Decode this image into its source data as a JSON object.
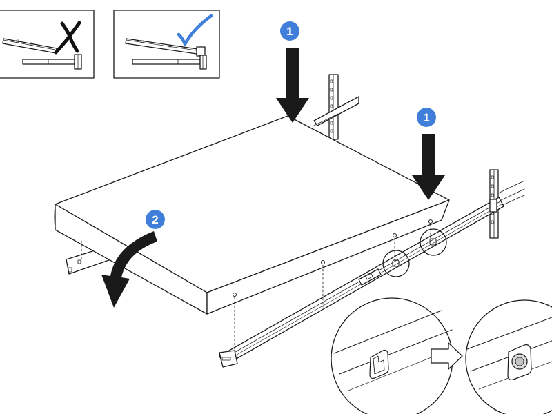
{
  "colors": {
    "line": "#1a1a1a",
    "step_badge": "#3f7fd9",
    "check_mark": "#3f7fd9",
    "plate_fill": "#ffffff",
    "background": "#ffffff"
  },
  "insets": [
    {
      "name": "incorrect-angle-inset",
      "mark": "x-mark-icon"
    },
    {
      "name": "correct-angle-inset",
      "mark": "check-mark-icon"
    }
  ],
  "steps": {
    "rear_left": "1",
    "rear_right": "1",
    "front_rotate": "2"
  },
  "icons": {
    "press_down": "down-arrow-icon",
    "rotate_down": "curved-arrow-icon",
    "transition": "right-arrow-icon"
  },
  "detail_callouts": [
    {
      "state": "pin-not-engaged"
    },
    {
      "state": "pin-engaged"
    }
  ]
}
